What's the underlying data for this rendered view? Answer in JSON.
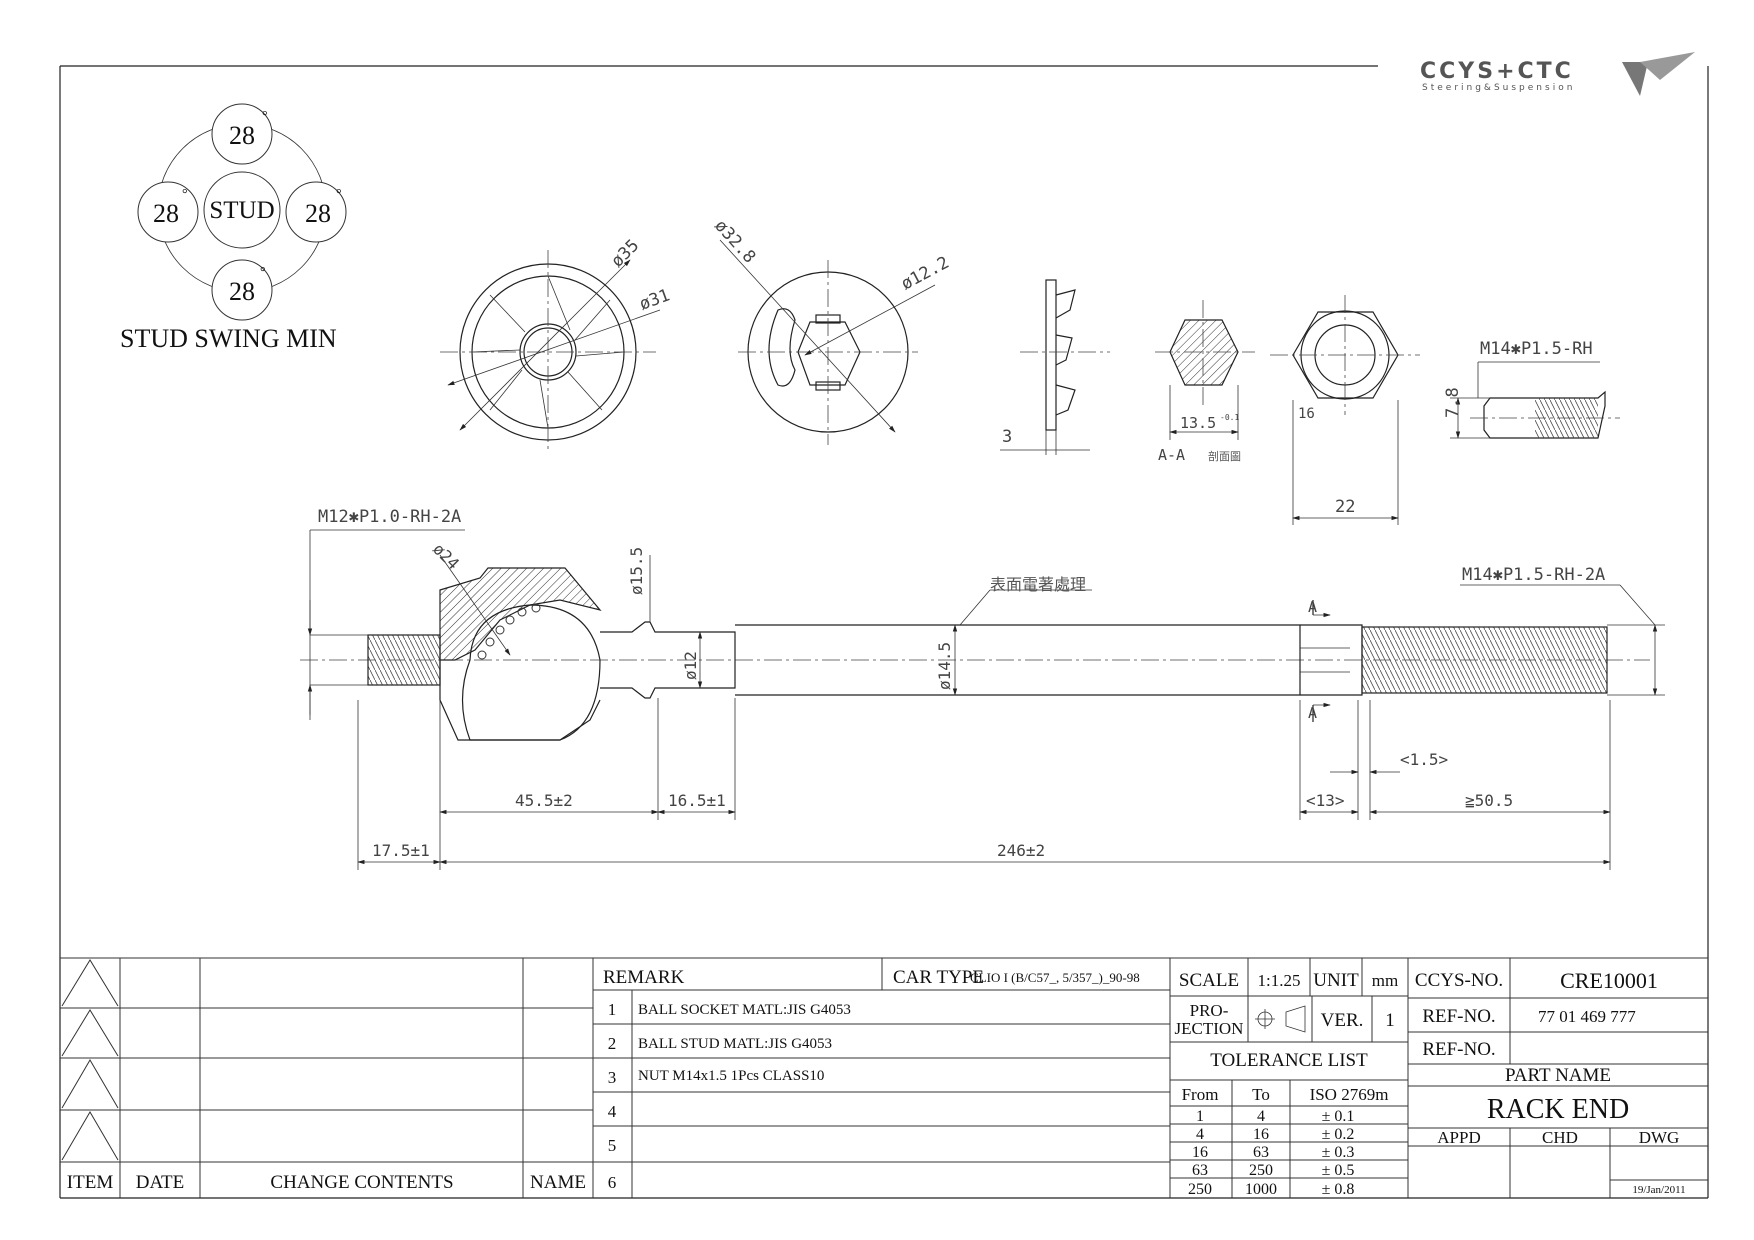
{
  "logo": {
    "main": "CCYS+CTC",
    "sub": "Steering&Suspension"
  },
  "stud_swing": {
    "top": "28",
    "left": "28",
    "right": "28",
    "bottom": "28",
    "center": "STUD",
    "deg": "°",
    "title": "STUD SWING MIN"
  },
  "views": {
    "d35": "ø35",
    "d31": "ø31",
    "d328": "ø32.8",
    "d122": "ø12.2",
    "t3": "3",
    "w135": "13.5",
    "tol135": "-0.1",
    "aa_label": "A-A",
    "aa_cn": "剖面圖",
    "nut16": "16",
    "nut22": "22",
    "h78": "7.8",
    "m14rh": "M14✱P1.5-RH"
  },
  "main": {
    "m12": "M12✱P1.0-RH-2A",
    "d24": "ø24",
    "d155": "ø15.5",
    "d12": "ø12",
    "d145": "ø14.5",
    "surface": "表面電著處理",
    "a_top": "A",
    "a_bot": "A",
    "m14": "M14✱P1.5-RH-2A",
    "l15": "<1.5>",
    "l13": "<13>",
    "l505": "≧50.5",
    "l455": "45.5±2",
    "l165": "16.5±1",
    "l175": "17.5±1",
    "l246": "246±2"
  },
  "title_block": {
    "rev_headers": {
      "item": "ITEM",
      "date": "DATE",
      "contents": "CHANGE CONTENTS",
      "name": "NAME"
    },
    "remark": "REMARK",
    "car_type_label": "CAR TYPE",
    "car_type_value": "CLIO I (B/C57_, 5/357_)_90-98",
    "remarks": [
      {
        "no": "1",
        "text": "BALL SOCKET MATL:JIS  G4053"
      },
      {
        "no": "2",
        "text": "BALL STUD MATL:JIS G4053"
      },
      {
        "no": "3",
        "text": "NUT M14x1.5 1Pcs CLASS10"
      },
      {
        "no": "4",
        "text": ""
      },
      {
        "no": "5",
        "text": ""
      },
      {
        "no": "6",
        "text": ""
      }
    ],
    "scale_label": "SCALE",
    "scale_value": "1:1.25",
    "unit_label": "UNIT",
    "unit_value": "mm",
    "projection_label_1": "PRO-",
    "projection_label_2": "JECTION",
    "ver_label": "VER.",
    "ver_value": "1",
    "tolerance_title": "TOLERANCE LIST",
    "tol_headers": {
      "from": "From",
      "to": "To",
      "iso": "ISO 2769m"
    },
    "tolerances": [
      {
        "from": "1",
        "to": "4",
        "tol": "± 0.1"
      },
      {
        "from": "4",
        "to": "16",
        "tol": "± 0.2"
      },
      {
        "from": "16",
        "to": "63",
        "tol": "± 0.3"
      },
      {
        "from": "63",
        "to": "250",
        "tol": "± 0.5"
      },
      {
        "from": "250",
        "to": "1000",
        "tol": "± 0.8"
      }
    ],
    "ccys_no_label": "CCYS-NO.",
    "ccys_no_value": "CRE10001",
    "ref_no_label": "REF-NO.",
    "ref_no_value": "77 01 469 777",
    "ref_no2_label": "REF-NO.",
    "part_name_label": "PART NAME",
    "part_name_value": "RACK END",
    "appd": "APPD",
    "chd": "CHD",
    "dwg": "DWG",
    "date": "19/Jan/2011"
  }
}
